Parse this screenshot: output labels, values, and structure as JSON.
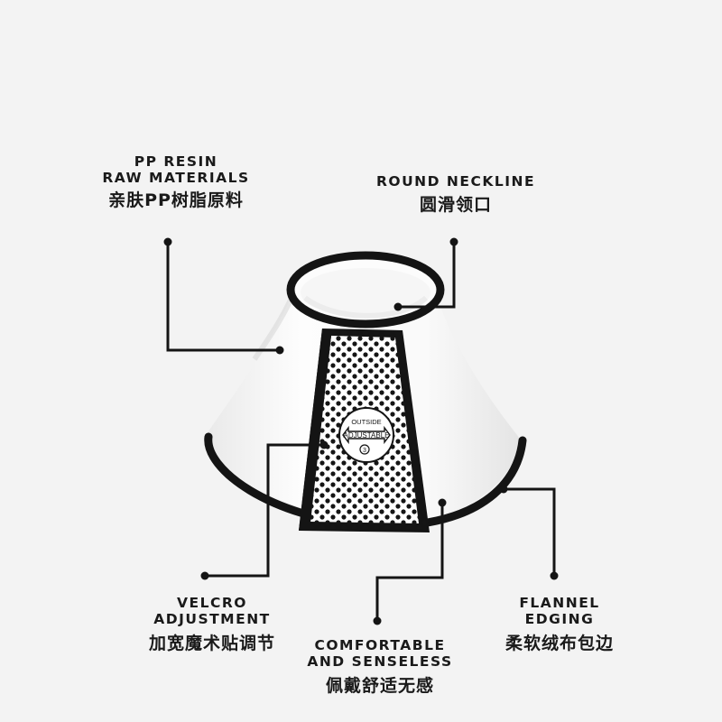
{
  "labels": {
    "pp_resin": {
      "en1": "PP RESIN",
      "en2": "RAW MATERIALS",
      "zh": "亲肤PP树脂原料"
    },
    "round_neckline": {
      "en1": "ROUND NECKLINE",
      "zh": "圆滑领口"
    },
    "velcro": {
      "en1": "VELCRO",
      "en2": "ADJUSTMENT",
      "zh": "加宽魔术贴调节"
    },
    "comfortable": {
      "en1": "COMFORTABLE",
      "en2": "AND SENSELESS",
      "zh": "佩戴舒适无感"
    },
    "flannel": {
      "en1": "FLANNEL",
      "en2": "EDGING",
      "zh": "柔软绒布包边"
    }
  },
  "badge": {
    "top": "OUTSIDE",
    "middle": "ADJUSTABLE",
    "number": "3"
  },
  "colors": {
    "background": "#f3f3f3",
    "text": "#1a1a1a",
    "edging": "#141414",
    "cone": "#fbfbfb"
  }
}
